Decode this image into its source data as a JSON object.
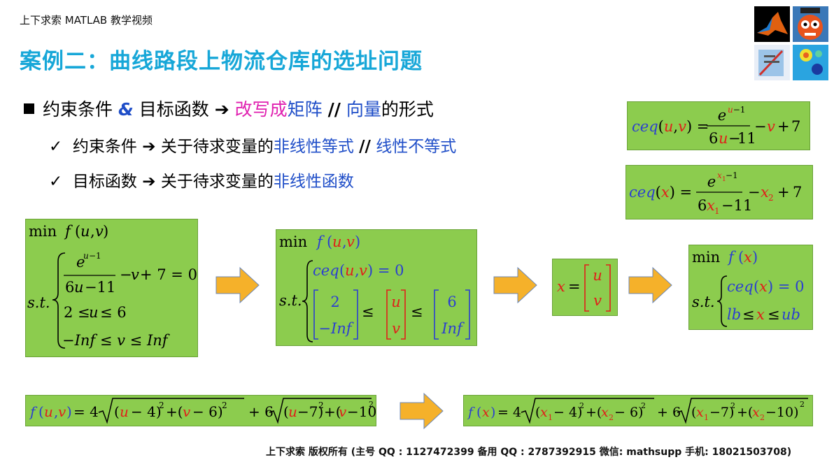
{
  "header": {
    "text": "上下求索 MATLAB 教学视频"
  },
  "title": "案例二：曲线路段上物流仓库的选址问题",
  "bullet": {
    "part1": "约束条件",
    "amp": "&",
    "part2": "目标函数",
    "arrow": "➔",
    "highlight1": "改写成",
    "highlight2": "矩阵",
    "sep": "//",
    "highlight3": "向量",
    "tail": "的形式"
  },
  "checks": [
    {
      "mark": "✓",
      "a": "约束条件",
      "arrow": "➔",
      "b": "关于待求变量的",
      "c": "非线性等式",
      "sep": "//",
      "d": "线性不等式"
    },
    {
      "mark": "✓",
      "a": "目标函数",
      "arrow": "➔",
      "b": "关于待求变量的",
      "c": "非线性函数"
    }
  ],
  "math": {
    "min": "min",
    "st": "s.t.",
    "inf": "Inf",
    "neg_inf": "−Inf",
    "ceq": "ceq",
    "lb": "lb",
    "ub": "ub",
    "num2": "2",
    "num6": "6",
    "num7": "7",
    "num0": "0",
    "num4": "4",
    "num10": "10",
    "num11": "11",
    "num1": "1",
    "sup2": "2"
  },
  "footer": "上下求索  版权所有 (主号 QQ : 1127472399   备用 QQ : 2787392915   微信: mathsupp   手机: 18021503708)",
  "colors": {
    "title": "#17a7d8",
    "box": "#8ccc4e",
    "arrow": "#f5b12a",
    "blue": "#2b3fd0",
    "red": "#e0201a",
    "pink": "#e020b0"
  },
  "icons": [
    "matlab-logo-icon",
    "cartoon-robot-icon",
    "blueprint-icon",
    "heatmap-icon"
  ]
}
